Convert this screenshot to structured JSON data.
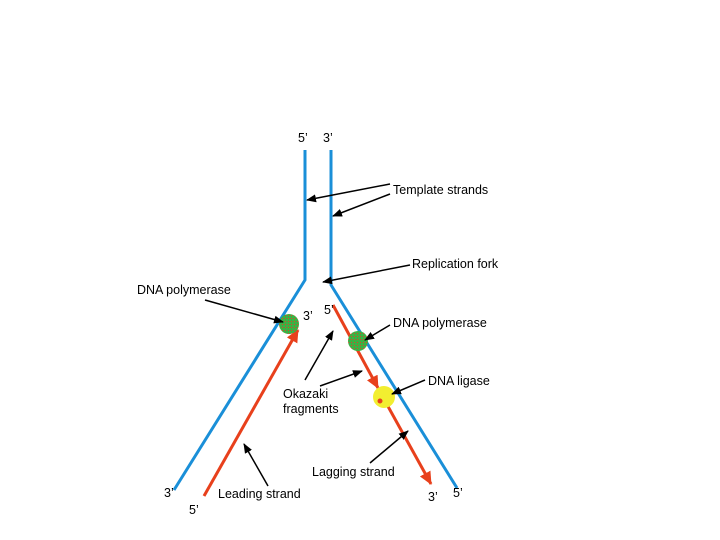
{
  "labels": {
    "top_5": "5’",
    "top_3": "3’",
    "template_strands": "Template strands",
    "replication_fork": "Replication fork",
    "dna_polymerase_left": "DNA polymerase",
    "dna_polymerase_right": "DNA polymerase",
    "mid_3": "3’",
    "mid_5": "5’",
    "okazaki_line1": "Okazaki",
    "okazaki_line2": "fragments",
    "dna_ligase": "DNA ligase",
    "lagging_strand": "Lagging strand",
    "leading_strand": "Leading strand",
    "bottom_left_3": "3’",
    "bottom_left_5": "5’",
    "bottom_right_3": "3’",
    "bottom_right_5": "5’"
  },
  "colors": {
    "template_strand": "#1a8fd8",
    "new_strand": "#e8401c",
    "polymerase": "#3cb043",
    "ligase": "#f2ee30",
    "arrow": "#000000"
  }
}
